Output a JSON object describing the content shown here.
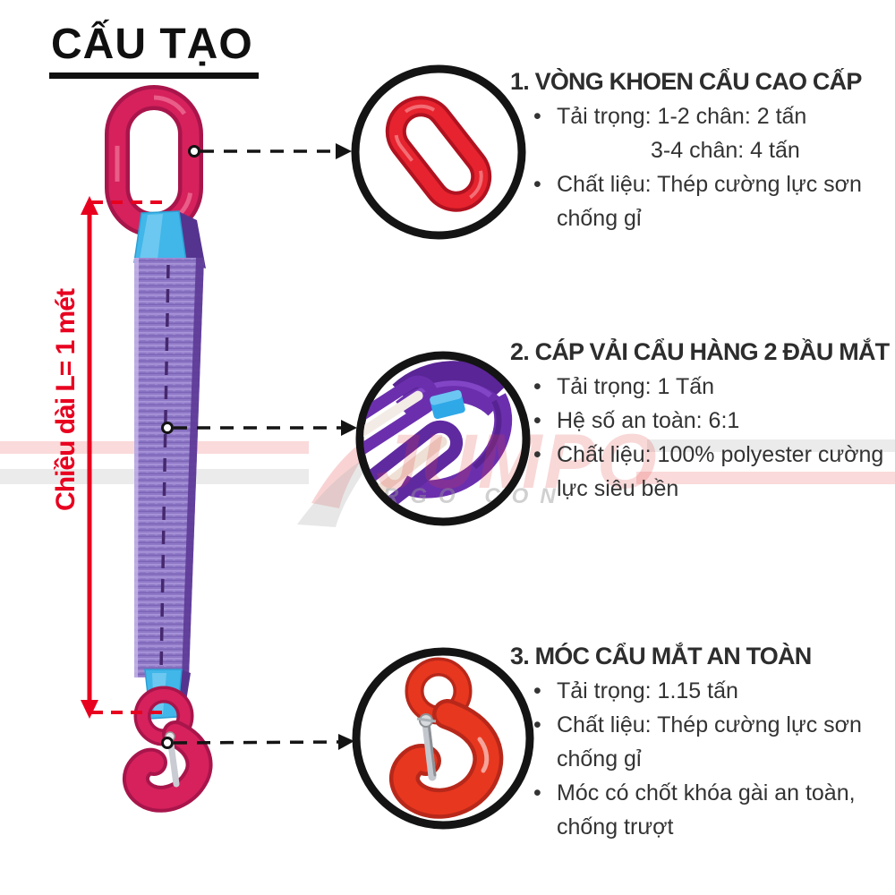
{
  "title": "CẤU TẠO",
  "dimension_label": "Chiều dài L= 1 mét",
  "glyphs": {
    "bullet": "•"
  },
  "sections": [
    {
      "heading": "1. VÒNG KHOEN CẨU CAO CẤP",
      "items": [
        "Tải trọng: 1-2 chân: 2 tấn",
        "3-4 chân: 4 tấn",
        "Chất liệu: Thép cường lực sơn chống gỉ"
      ]
    },
    {
      "heading": "2. CÁP VẢI CẨU HÀNG 2 ĐẦU MẮT",
      "items": [
        "Tải trọng: 1 Tấn",
        "Hệ số an toàn: 6:1",
        "Chất liệu: 100% polyester cường lực siêu bền"
      ]
    },
    {
      "heading": "3. MÓC CẨU MẮT AN TOÀN",
      "items": [
        "Tải trọng: 1.15 tấn",
        "Chất liệu: Thép cường lực sơn chống gỉ",
        "Móc có chốt khóa gài an toàn, chống trượt"
      ]
    }
  ],
  "watermark": {
    "main": "JUMPO",
    "sub": "RGO CON"
  },
  "colors": {
    "dimension_red": "#e8001f",
    "product_crimson": "#d6215c",
    "callout_ring_red": "#e6232e",
    "hook_red": "#e8371f",
    "sleeve_cyan": "#41b6e9",
    "webbing_purple": "#8f79c7",
    "text_dark": "#2d2d2d"
  }
}
